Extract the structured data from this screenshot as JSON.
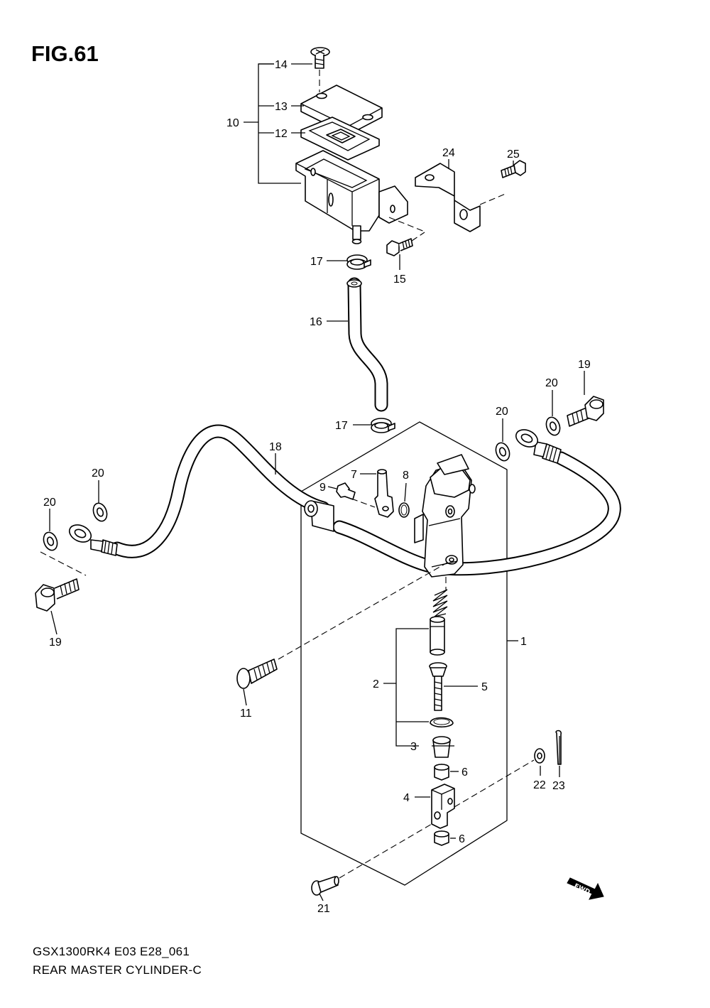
{
  "figure": {
    "title": "FIG.61",
    "model_code": "GSX1300RK4 E03 E28_061",
    "caption": "REAR MASTER CYLINDER-C",
    "fwd_label": "FWD"
  },
  "callouts": [
    {
      "id": "c1",
      "label": "1"
    },
    {
      "id": "c2",
      "label": "2"
    },
    {
      "id": "c3",
      "label": "3"
    },
    {
      "id": "c4",
      "label": "4"
    },
    {
      "id": "c5",
      "label": "5"
    },
    {
      "id": "c6a",
      "label": "6"
    },
    {
      "id": "c6b",
      "label": "6"
    },
    {
      "id": "c7",
      "label": "7"
    },
    {
      "id": "c8",
      "label": "8"
    },
    {
      "id": "c9",
      "label": "9"
    },
    {
      "id": "c10",
      "label": "10"
    },
    {
      "id": "c11",
      "label": "11"
    },
    {
      "id": "c12",
      "label": "12"
    },
    {
      "id": "c13",
      "label": "13"
    },
    {
      "id": "c14",
      "label": "14"
    },
    {
      "id": "c15",
      "label": "15"
    },
    {
      "id": "c16",
      "label": "16"
    },
    {
      "id": "c17a",
      "label": "17"
    },
    {
      "id": "c17b",
      "label": "17"
    },
    {
      "id": "c18",
      "label": "18"
    },
    {
      "id": "c19a",
      "label": "19"
    },
    {
      "id": "c19b",
      "label": "19"
    },
    {
      "id": "c20a",
      "label": "20"
    },
    {
      "id": "c20b",
      "label": "20"
    },
    {
      "id": "c20c",
      "label": "20"
    },
    {
      "id": "c20d",
      "label": "20"
    },
    {
      "id": "c21",
      "label": "21"
    },
    {
      "id": "c22",
      "label": "22"
    },
    {
      "id": "c23",
      "label": "23"
    },
    {
      "id": "c24",
      "label": "24"
    },
    {
      "id": "c25",
      "label": "25"
    }
  ]
}
